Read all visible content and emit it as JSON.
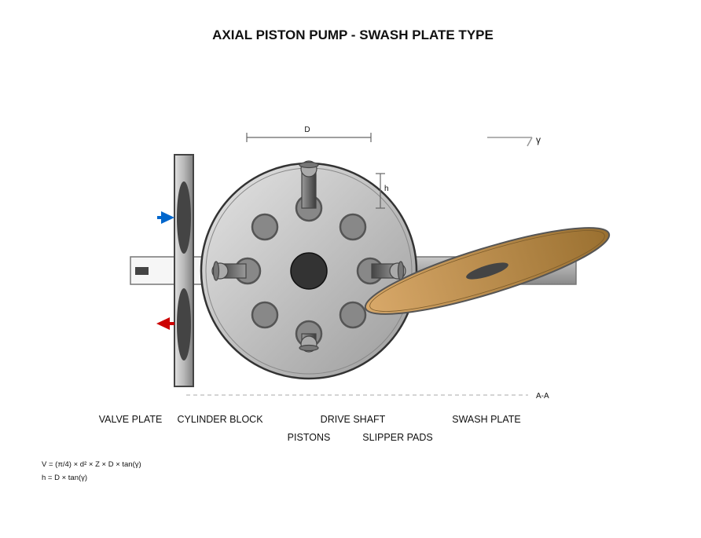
{
  "title": "AXIAL PISTON PUMP - SWASH PLATE TYPE",
  "dimensions": {
    "d_label": "D",
    "h_label": "h",
    "angle_label": "γ",
    "section_label": "A-A"
  },
  "labels": {
    "valve_plate": "VALVE PLATE",
    "cylinder_block": "CYLINDER BLOCK",
    "drive_shaft": "DRIVE SHAFT",
    "swash_plate": "SWASH PLATE",
    "pistons": "PISTONS",
    "slipper_pads": "SLIPPER PADS"
  },
  "formulas": [
    "V = (π/4) × d² × Z × D × tan(γ)",
    "h = D × tan(γ)"
  ],
  "colors": {
    "inlet": "#0066cc",
    "outlet": "#cc0000",
    "swash": "#c89a5c"
  }
}
